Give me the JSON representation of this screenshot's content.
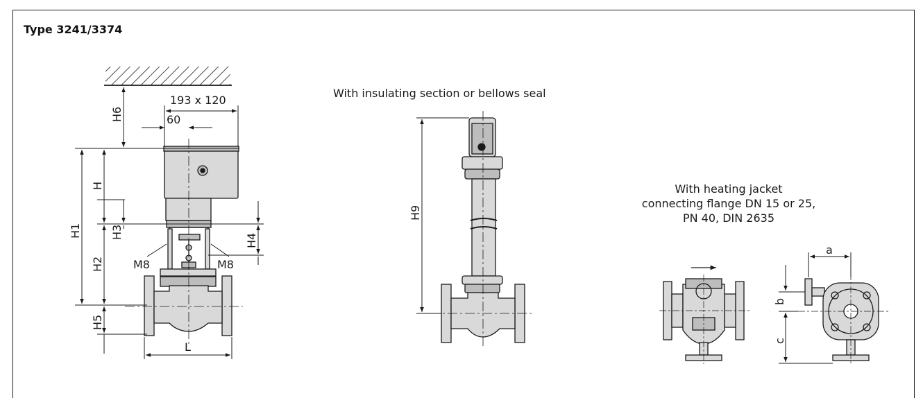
{
  "title": "Type 3241/3374",
  "captions": {
    "bellows": "With insulating section or bellows seal",
    "heating_line1": "With heating jacket",
    "heating_line2": "connecting flange DN 15 or 25,",
    "heating_line3": "PN 40, DIN 2635"
  },
  "dimensions": {
    "actuator_size": "193 x 120",
    "offset_60": "60",
    "H": "H",
    "H1": "H1",
    "H2": "H2",
    "H3": "H3",
    "H4": "H4",
    "H5": "H5",
    "H6": "H6",
    "H9": "H9",
    "L": "L",
    "thread_left": "M8",
    "thread_right": "M8",
    "a": "a",
    "b": "b",
    "c": "c"
  },
  "colors": {
    "line": "#1a1a1a",
    "fill": "#d9d9d9",
    "fill_dark": "#bdbdbd"
  }
}
